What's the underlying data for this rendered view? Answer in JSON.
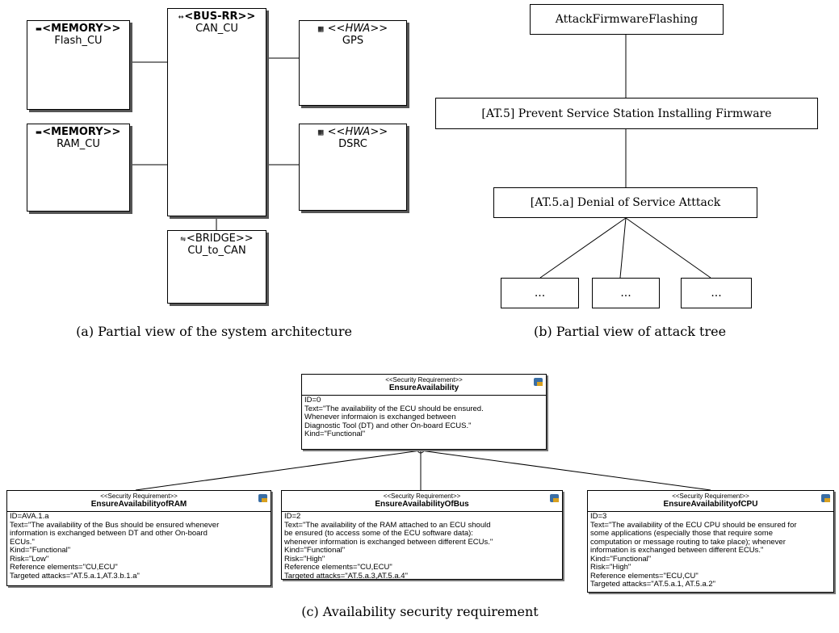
{
  "architecture": {
    "bus": {
      "stereotype": "<BUS-RR>>",
      "icon": "double-arrow-icon",
      "name": "CAN_CU"
    },
    "flash": {
      "stereotype": "<MEMORY>>",
      "icon": "memory-chip-icon",
      "name": "Flash_CU"
    },
    "ram": {
      "stereotype": "<MEMORY>>",
      "icon": "memory-chip-icon",
      "name": "RAM_CU"
    },
    "gps": {
      "stereotype": "<<HWA>>",
      "icon": "hardware-chip-icon",
      "name": "GPS"
    },
    "dsrc": {
      "stereotype": "<<HWA>>",
      "icon": "hardware-chip-icon",
      "name": "DSRC"
    },
    "bridge": {
      "stereotype": "<BRIDGE>>",
      "icon": "bridge-icon",
      "name": "CU_to_CAN"
    },
    "caption": "(a) Partial view of the system architecture"
  },
  "attack_tree": {
    "root": "AttackFirmwareFlashing",
    "level1": "[AT.5] Prevent Service Station Installing Firmware",
    "level2": "[AT.5.a] Denial of Service Atttack",
    "leaves": [
      "...",
      "...",
      "..."
    ],
    "caption": "(b) Partial view of attack tree"
  },
  "requirements": {
    "root": {
      "stereotype": "<<Security Requirement>>",
      "name": "EnsureAvailability",
      "lines": [
        "ID=0",
        "Text=\"The availability of the ECU should be ensured.",
        "Whenever informaion is exchanged between",
        "Diagnostic Tool (DT) and other On-board ECUS.\"",
        "Kind=\"Functional\""
      ]
    },
    "ram": {
      "stereotype": "<<Security Requirement>>",
      "name": "EnsureAvailabilityofRAM",
      "lines": [
        "ID=AVA.1.a",
        "Text=\"The availability of the Bus should be ensured whenever",
        "information is exchanged between DT and other On-board",
        "ECUs.\"",
        "Kind=\"Functional\"",
        "Risk=\"Low\"",
        "Reference elements=\"CU,ECU\"",
        "Targeted attacks=\"AT.5.a.1,AT.3.b.1.a\""
      ]
    },
    "bus": {
      "stereotype": "<<Security Requirement>>",
      "name": "EnsureAvailabilityOfBus",
      "lines": [
        "ID=2",
        "Text=\"The availability of the RAM attached to an ECU should",
        "be ensured (to access some of the ECU software data):",
        "whenever information is exchanged between different ECUs.\"",
        "Kind=\"Functional\"",
        "Risk=\"High\"",
        "Reference elements=\"CU,ECU\"",
        "Targeted attacks=\"AT.5.a.3,AT.5.a.4\""
      ]
    },
    "cpu": {
      "stereotype": "<<Security Requirement>>",
      "name": "EnsureAvailabilityofCPU",
      "lines": [
        "ID=3",
        "Text=\"The availability of the ECU CPU should be ensured for",
        "some applications (especially those that require some",
        "computation or message routing to take place); whenever",
        "information is exchanged between different ECUs.\"",
        "Kind=\"Functional\"",
        "Risk=\"High\"",
        "Reference elements=\"ECU,CU\"",
        "Targeted attacks=\"AT.5.a.1, AT.5.a.2\""
      ]
    },
    "caption": "(c) Availability security requirement"
  }
}
